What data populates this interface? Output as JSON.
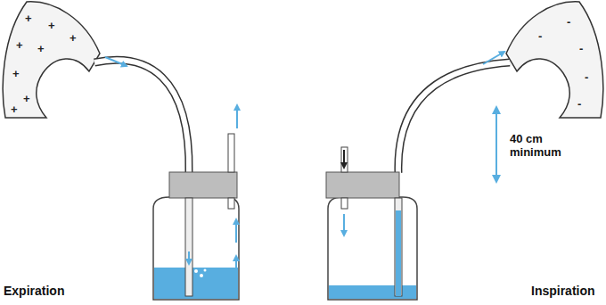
{
  "diagram": {
    "labels": [
      "Expiration",
      "Inspiration",
      "40 cm minimum",
      "+",
      "+",
      "+",
      "+",
      "+",
      "+",
      "+",
      "+",
      "-",
      "-",
      "-",
      "-",
      "-"
    ]
  }
}
